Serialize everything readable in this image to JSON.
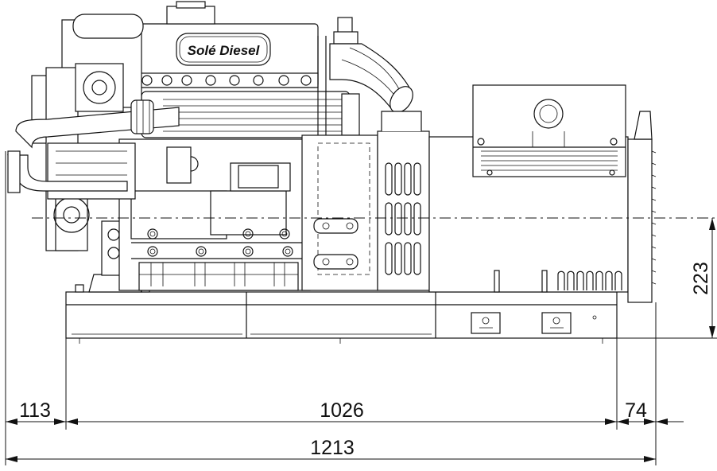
{
  "drawing": {
    "brand_logo": "Solé Diesel",
    "dimensions": {
      "left_overhang": "113",
      "base_length": "1026",
      "right_overhang": "74",
      "overall_length": "1213",
      "center_height": "223"
    }
  }
}
